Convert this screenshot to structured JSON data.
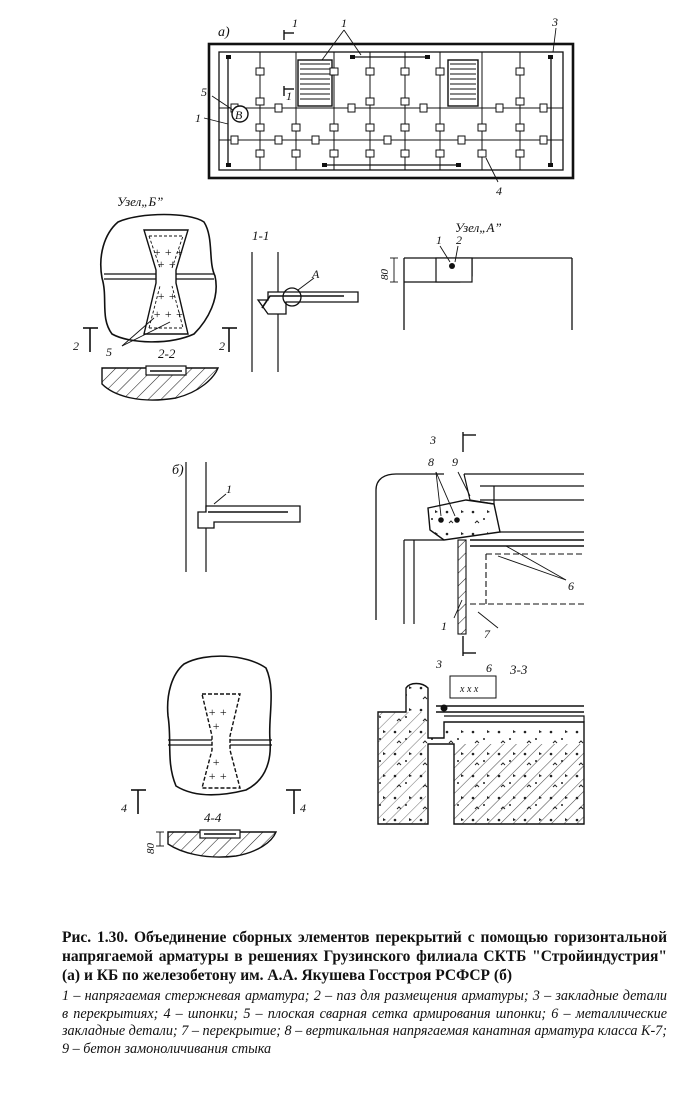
{
  "figure": {
    "panel_a": "а)",
    "panel_b": "б)",
    "node_b_title": "Узел„Б”",
    "node_a_title": "Узел„А”",
    "section_1_1": "1-1",
    "section_2_2": "2-2",
    "section_3_3": "3-3",
    "section_4_4": "4-4",
    "dim_80": "80",
    "letter_A": "А",
    "letter_B": "В",
    "marks": {
      "m1": "1",
      "m2": "2",
      "m3": "3",
      "m4": "4",
      "m5": "5",
      "m6": "6",
      "m7": "7",
      "m8": "8",
      "m9": "9"
    }
  },
  "caption": {
    "title": "Рис. 1.30. Объединение сборных элементов перекрытий с помощью горизонтальной напрягаемой арматуры в решениях Грузинского филиала СКТБ \"Стройиндустрия\" (а) и КБ по железобетону им. А.А. Якушева Госстроя РСФСР (б)",
    "legend": "1 – напрягаемая стержневая арматура; 2 – паз для размещения арматуры; 3 – закладные детали в перекрытиях; 4 – шпонки; 5 – плоская сварная сетка армирования шпонки; 6 – металлические закладные детали; 7 – перекрытие; 8 – вертикальная напрягаемая канатная арматура класса К-7; 9 – бетон замоноличивания стыка"
  }
}
